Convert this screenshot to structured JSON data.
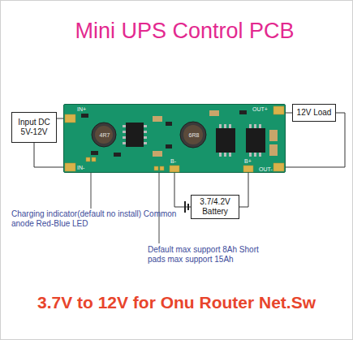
{
  "diagram": {
    "title": "Mini UPS Control PCB",
    "caption": "3.7V to 12V for Onu Router Net.Sw",
    "nodes": [
      {
        "text": [
          "Input DC 5V-12V"
        ]
      },
      {
        "text": [
          "IN+",
          "IN-",
          "4R7",
          "6R8",
          "OUT+",
          "OUT-",
          "B-",
          "B+"
        ]
      },
      {
        "text": [
          "12V Load"
        ]
      },
      {
        "text": [
          "3.7/4.2V Battery"
        ]
      }
    ],
    "edges": [
      {
        "from": 0,
        "to": 1,
        "arrow": "none"
      },
      {
        "from": 1,
        "to": 2,
        "arrow": "none"
      },
      {
        "from": 1,
        "to": 3,
        "arrow": "none"
      }
    ],
    "labels": [
      "Charging indicator(default no install) Common anode Red-Blue LED",
      "Default max support 8Ah Short pads max support 15Ah"
    ]
  }
}
